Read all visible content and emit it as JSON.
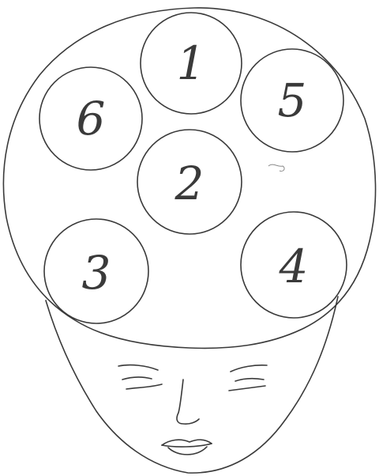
{
  "drawing": {
    "ink_color": "#3a3a3a",
    "background": "#ffffff",
    "circles": [
      {
        "label": "1"
      },
      {
        "label": "5"
      },
      {
        "label": "6"
      },
      {
        "label": "2"
      },
      {
        "label": "3"
      },
      {
        "label": "4"
      }
    ]
  }
}
